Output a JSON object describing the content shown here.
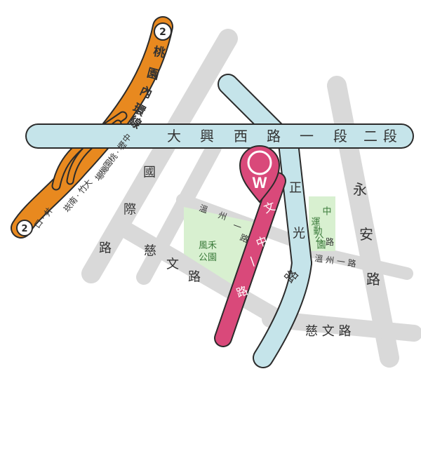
{
  "colors": {
    "gray_road": "#d9d9d9",
    "blue_road": "#c5e4ea",
    "blue_outline": "#2b2b2b",
    "orange_road": "#e8891f",
    "pink_road": "#d9497a",
    "park_fill": "#d8f0d0",
    "park_text": "#3a7a3a",
    "marker": "#d9497a"
  },
  "roads": {
    "main_duan1": [
      "大",
      "興",
      "西",
      "路",
      "一",
      "段"
    ],
    "main_duan2": [
      "二",
      "段"
    ],
    "zhengguang": [
      "正",
      "光",
      "路"
    ],
    "wenzhong": [
      "文",
      "中",
      "一",
      "路"
    ],
    "guoji": [
      "國",
      "際",
      "路"
    ],
    "ciwen_left": [
      "慈",
      "文",
      "路"
    ],
    "ciwen_right": "慈 文 路",
    "yongan": [
      "永",
      "安",
      "路"
    ],
    "wenzhou_left": [
      "溫",
      "州",
      "一",
      "路"
    ],
    "wenzhou_right": "溫 州 一 路"
  },
  "ring_road": {
    "shield_number": "2",
    "name": [
      "桃",
      "園",
      "內",
      "環",
      "線"
    ],
    "sub_upper": [
      "中",
      "壢",
      "·",
      "桃",
      "園",
      "機",
      "場"
    ],
    "sub_lower": [
      "大",
      "竹",
      "·",
      "南",
      "崁"
    ],
    "exit": [
      "井",
      "·",
      "口"
    ]
  },
  "parks": {
    "fenghe_line1": "風禾",
    "fenghe_line2": "公園",
    "zhongyun_chars": [
      "中",
      "運",
      "動",
      "公",
      "園"
    ],
    "zhongyun_road": "路"
  },
  "marker": {
    "letter": "W"
  }
}
